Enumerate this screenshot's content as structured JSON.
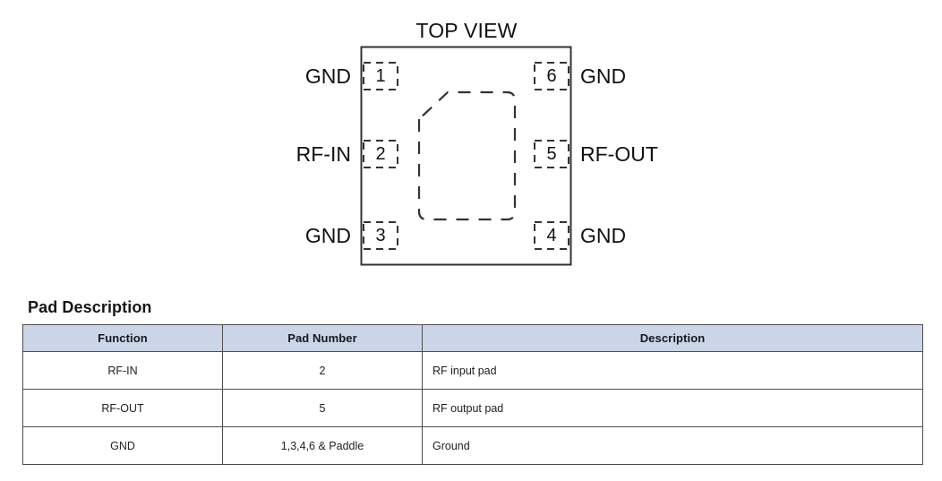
{
  "diagram": {
    "title": "TOP VIEW",
    "package_outline_name": "ic-package-outline",
    "paddle_name": "exposed-paddle",
    "pins": [
      {
        "number": "1",
        "label": "GND",
        "side": "left"
      },
      {
        "number": "2",
        "label": "RF-IN",
        "side": "left"
      },
      {
        "number": "3",
        "label": "GND",
        "side": "left"
      },
      {
        "number": "4",
        "label": "GND",
        "side": "right"
      },
      {
        "number": "5",
        "label": "RF-OUT",
        "side": "right"
      },
      {
        "number": "6",
        "label": "GND",
        "side": "right"
      }
    ]
  },
  "pad_description": {
    "heading": "Pad Description",
    "columns": [
      "Function",
      "Pad Number",
      "Description"
    ],
    "rows": [
      {
        "function": "RF-IN",
        "pad_number": "2",
        "description": "RF input pad"
      },
      {
        "function": "RF-OUT",
        "pad_number": "5",
        "description": "RF output pad"
      },
      {
        "function": "GND",
        "pad_number": "1,3,4,6 & Paddle",
        "description": "Ground"
      }
    ]
  },
  "colors": {
    "table_header_fill": "#ccd5e8",
    "line": "#333333",
    "text": "#111111"
  }
}
